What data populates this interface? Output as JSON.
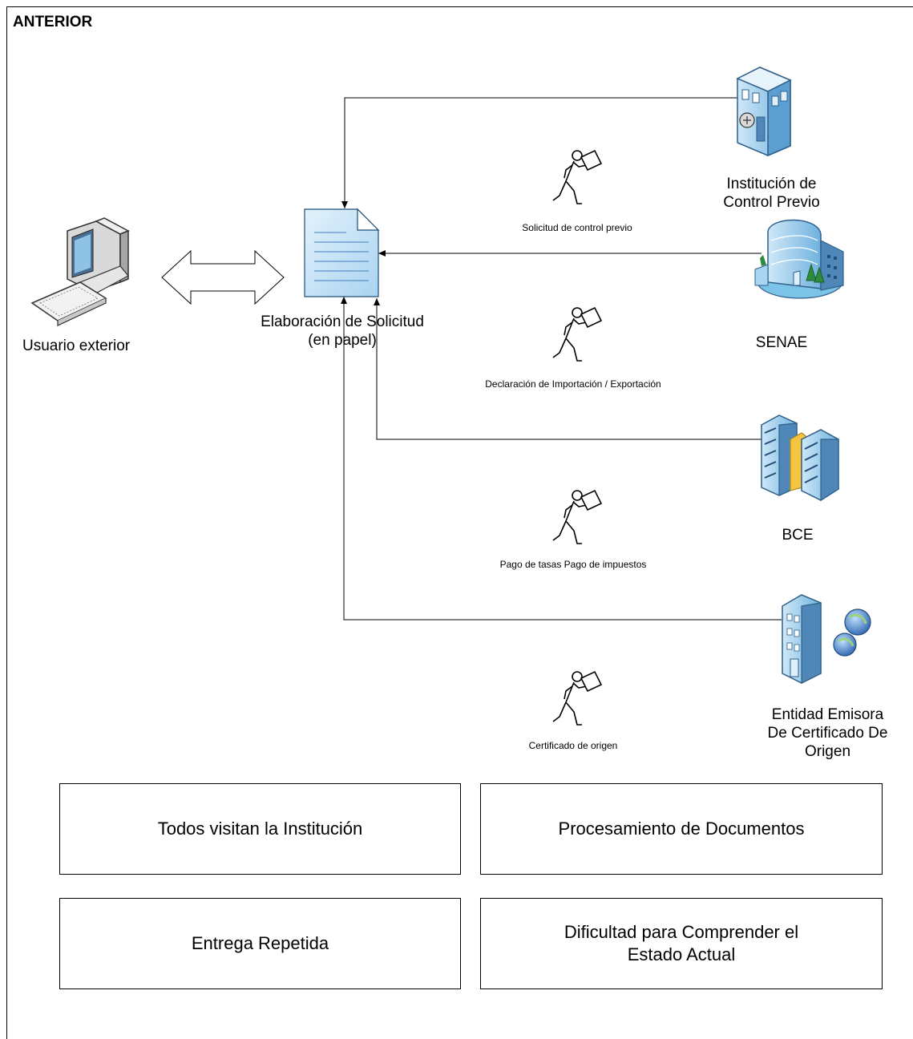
{
  "title": "ANTERIOR",
  "nodes": {
    "user": {
      "label": "Usuario exterior",
      "icon": "computer-icon"
    },
    "document": {
      "label_line1": "Elaboración de Solicitud",
      "label_line2": "(en papel)",
      "icon": "paper-document-icon"
    },
    "control_previo": {
      "label_line1": "Institución de",
      "label_line2": "Control Previo",
      "icon": "institution-building-icon"
    },
    "senae": {
      "label": "SENAE",
      "icon": "customs-building-icon"
    },
    "bce": {
      "label": "BCE",
      "icon": "bank-servers-icon"
    },
    "entidad_emisora": {
      "label_line1": "Entidad Emisora",
      "label_line2": "De Certificado De",
      "label_line3": "Origen",
      "icon": "certificate-issuer-building-icon"
    }
  },
  "flows": [
    {
      "label": "Solicitud de control previo",
      "icon": "courier-person-icon"
    },
    {
      "label": "Declaración de Importación / Exportación",
      "icon": "courier-person-icon"
    },
    {
      "label": "Pago de tasas Pago de impuestos",
      "icon": "courier-person-icon"
    },
    {
      "label": "Certificado de origen",
      "icon": "courier-person-icon"
    }
  ],
  "problems": [
    {
      "text": "Todos visitan la Institución"
    },
    {
      "text": "Procesamiento de Documentos"
    },
    {
      "text": "Entrega Repetida"
    },
    {
      "text": "Dificultad para Comprender el\nEstado Actual"
    }
  ],
  "colors": {
    "building_blue": "#8fc6e8",
    "document_blue": "#bfe0f5",
    "accent_yellow": "#f5c542",
    "tree_green": "#2e8b3e",
    "globe_blue": "#3a78c2"
  }
}
